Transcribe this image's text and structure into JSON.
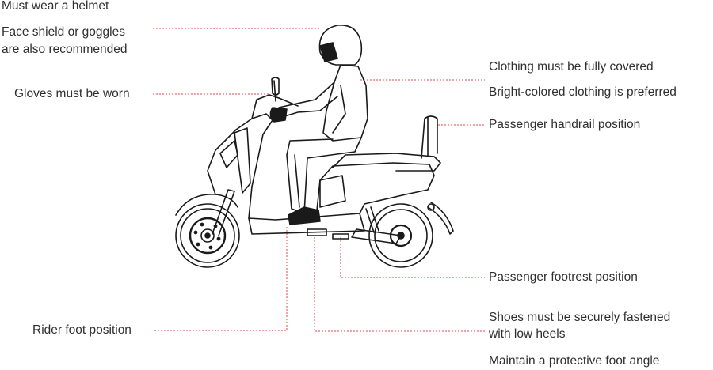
{
  "labels": {
    "helmet": "Must wear a helmet",
    "face_shield_1": "Face shield or goggles",
    "face_shield_2": "are also recommended",
    "gloves": "Gloves must be worn",
    "clothing_covered": "Clothing must be fully covered",
    "clothing_bright": "Bright-colored clothing is preferred",
    "handrail": "Passenger handrail position",
    "footrest": "Passenger footrest position",
    "shoes_1": "Shoes must be securely fastened",
    "shoes_2": "with low heels",
    "foot_angle": "Maintain a protective foot angle",
    "rider_foot": "Rider foot position"
  },
  "colors": {
    "leader_line": "#e04848",
    "outline": "#1a1a1a",
    "text": "#2f2f2f"
  }
}
